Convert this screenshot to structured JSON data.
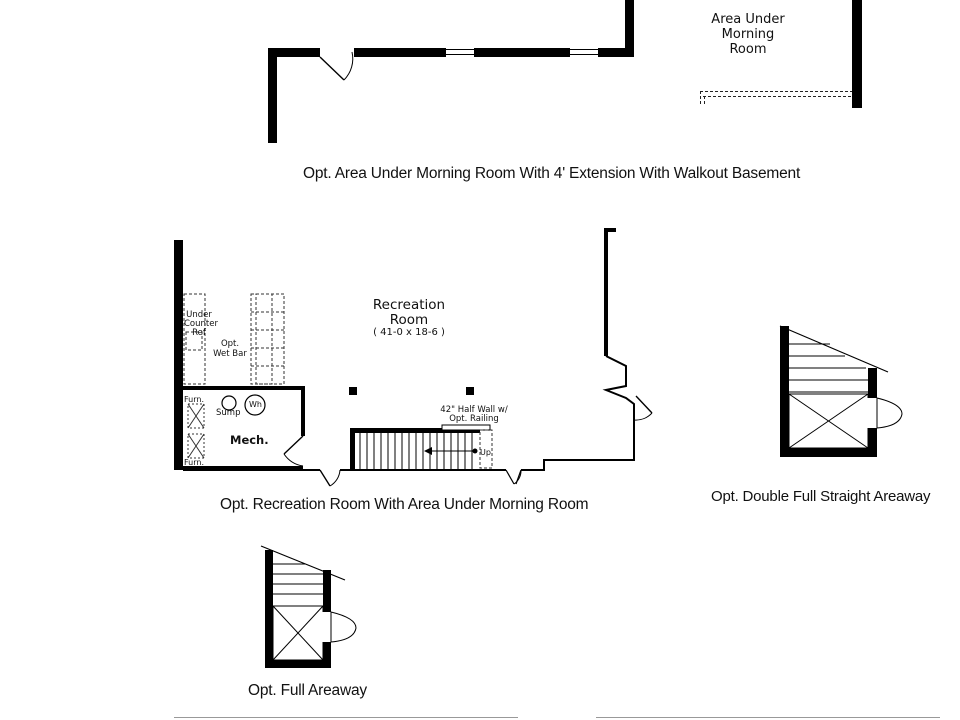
{
  "captions": {
    "morning_extension": "Opt. Area Under Morning Room With 4' Extension With Walkout Basement",
    "recreation": "Opt. Recreation Room With Area Under Morning Room",
    "double_areaway": "Opt. Double Full Straight Areaway",
    "full_areaway": "Opt. Full Areaway"
  },
  "rooms": {
    "area_under_morning": [
      "Area Under",
      "Morning",
      "Room"
    ],
    "recreation_name": [
      "Recreation",
      "Room"
    ],
    "recreation_dims": "( 41-0 x 18-6 )",
    "mech": "Mech."
  },
  "labels": {
    "under_counter": [
      "Under",
      "Counter",
      "Ref"
    ],
    "opt_wet_bar": [
      "Opt.",
      "Wet Bar"
    ],
    "sump": "Sump",
    "wh": "Wh",
    "furn_top": "Furn.",
    "furn_bottom": "Furn.",
    "half_wall": [
      "42\" Half Wall w/",
      "Opt. Railing"
    ],
    "up": "Up"
  },
  "colors": {
    "wall": "#000000",
    "line": "#222222",
    "background": "#ffffff"
  }
}
